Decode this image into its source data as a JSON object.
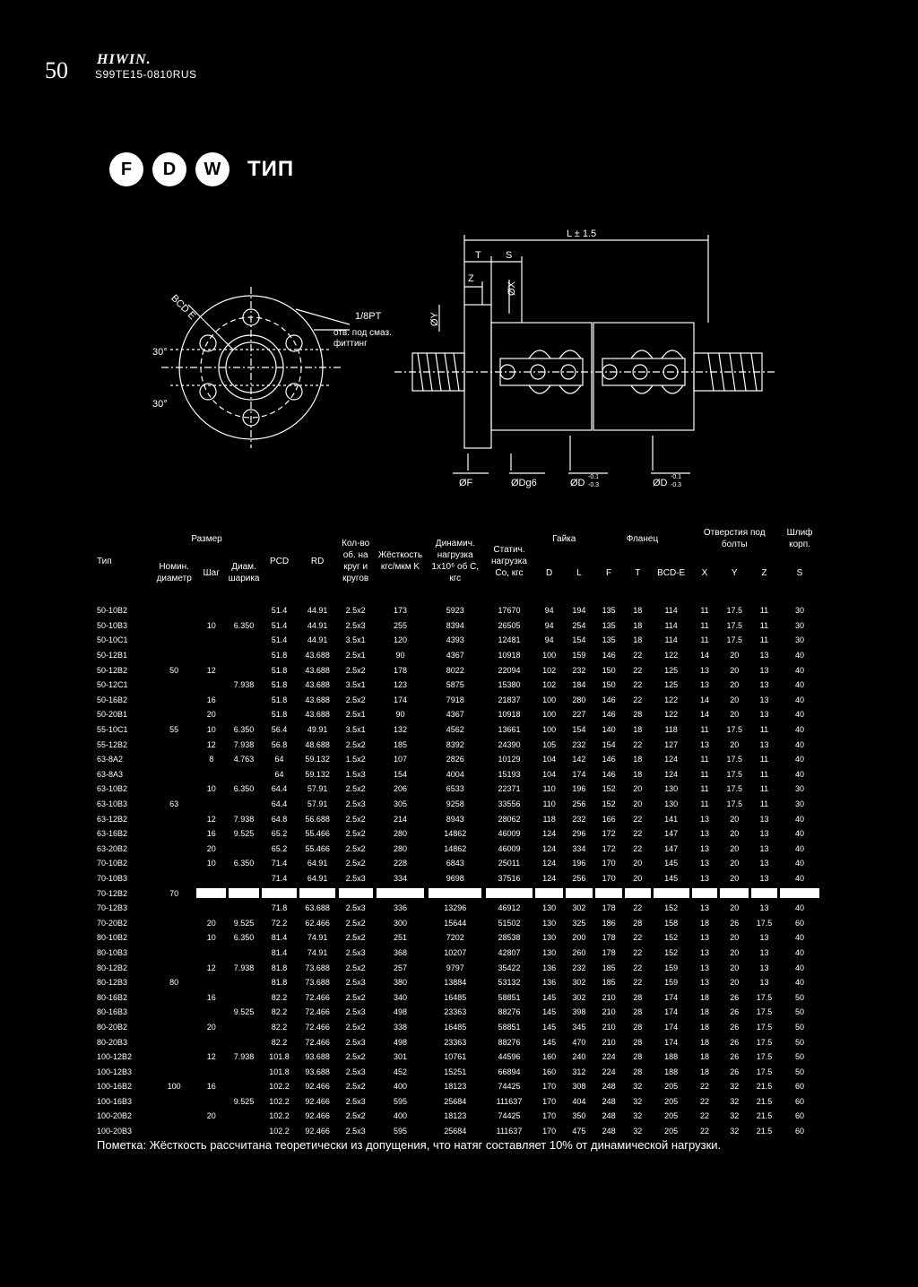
{
  "header": {
    "page_number": "50",
    "brand": "HIWIN.",
    "catalog_code": "S99TE15-0810RUS"
  },
  "type_section": {
    "badges": [
      "F",
      "D",
      "W"
    ],
    "type_word": "ТИП"
  },
  "drawing": {
    "bcd_label": "BCD E",
    "angle_label": "30°",
    "lube_label": "1/8PT",
    "lube_note_line1": "отв. под смаз.",
    "lube_note_line2": "фиттинг",
    "length_label": "L ± 1.5",
    "t_label": "T",
    "s_label": "S",
    "z_label": "Z",
    "x_label": "ØX",
    "y_label": "ØY",
    "f_label": "ØF",
    "dg_label": "ØDg6",
    "d_label_1": "ØD",
    "d_label_2": "ØD",
    "d_tol_upper": "-0.1",
    "d_tol_lower": "-0.3"
  },
  "table": {
    "headers": {
      "type": "Тип",
      "size": "Размер",
      "nominal_diameter": "Номин. диаметр",
      "pitch": "Шаг",
      "ball_diameter": "Диам. шарика",
      "pcd": "PCD",
      "rd": "RD",
      "turns": "Кол-во об. на круг и кругов",
      "stiffness": "Жёсткость кгс/мкм K",
      "dynamic_load": "Динамич. нагрузка 1x10⁶ об C, кгс",
      "static_load": "Статич. нагрузка Co, кгс",
      "nut": "Гайка",
      "flange": "Фланец",
      "holes": "Отверстия под болты",
      "ground": "Шлиф корп.",
      "d": "D",
      "l": "L",
      "f": "F",
      "t": "T",
      "bcd": "BCD-E",
      "x": "X",
      "y": "Y",
      "z": "Z",
      "s": "S"
    },
    "rows": [
      [
        "50-10B2",
        "",
        "",
        "",
        "51.4",
        "44.91",
        "2.5x2",
        "173",
        "5923",
        "17670",
        "94",
        "194",
        "135",
        "18",
        "114",
        "11",
        "17.5",
        "11",
        "30"
      ],
      [
        "50-10B3",
        "",
        "10",
        "6.350",
        "51.4",
        "44.91",
        "2.5x3",
        "255",
        "8394",
        "26505",
        "94",
        "254",
        "135",
        "18",
        "114",
        "11",
        "17.5",
        "11",
        "30"
      ],
      [
        "50-10C1",
        "",
        "",
        "",
        "51.4",
        "44.91",
        "3.5x1",
        "120",
        "4393",
        "12481",
        "94",
        "154",
        "135",
        "18",
        "114",
        "11",
        "17.5",
        "11",
        "30"
      ],
      [
        "50-12B1",
        "",
        "",
        "",
        "51.8",
        "43.688",
        "2.5x1",
        "90",
        "4367",
        "10918",
        "100",
        "159",
        "146",
        "22",
        "122",
        "14",
        "20",
        "13",
        "40"
      ],
      [
        "50-12B2",
        "50",
        "12",
        "",
        "51.8",
        "43.688",
        "2.5x2",
        "178",
        "8022",
        "22094",
        "102",
        "232",
        "150",
        "22",
        "125",
        "13",
        "20",
        "13",
        "40"
      ],
      [
        "50-12C1",
        "",
        "",
        "7.938",
        "51.8",
        "43.688",
        "3.5x1",
        "123",
        "5875",
        "15380",
        "102",
        "184",
        "150",
        "22",
        "125",
        "13",
        "20",
        "13",
        "40"
      ],
      [
        "50-16B2",
        "",
        "16",
        "",
        "51.8",
        "43.688",
        "2.5x2",
        "174",
        "7918",
        "21837",
        "100",
        "280",
        "146",
        "22",
        "122",
        "14",
        "20",
        "13",
        "40"
      ],
      [
        "50-20B1",
        "",
        "20",
        "",
        "51.8",
        "43.688",
        "2.5x1",
        "90",
        "4367",
        "10918",
        "100",
        "227",
        "146",
        "28",
        "122",
        "14",
        "20",
        "13",
        "40"
      ],
      [
        "55-10C1",
        "55",
        "10",
        "6.350",
        "56.4",
        "49.91",
        "3.5x1",
        "132",
        "4562",
        "13661",
        "100",
        "154",
        "140",
        "18",
        "118",
        "11",
        "17.5",
        "11",
        "40"
      ],
      [
        "55-12B2",
        "",
        "12",
        "7.938",
        "56.8",
        "48.688",
        "2.5x2",
        "185",
        "8392",
        "24390",
        "105",
        "232",
        "154",
        "22",
        "127",
        "13",
        "20",
        "13",
        "40"
      ],
      [
        "63-8A2",
        "",
        "8",
        "4.763",
        "64",
        "59.132",
        "1.5x2",
        "107",
        "2826",
        "10129",
        "104",
        "142",
        "146",
        "18",
        "124",
        "11",
        "17.5",
        "11",
        "40"
      ],
      [
        "63-8A3",
        "",
        "",
        "",
        "64",
        "59.132",
        "1.5x3",
        "154",
        "4004",
        "15193",
        "104",
        "174",
        "146",
        "18",
        "124",
        "11",
        "17.5",
        "11",
        "40"
      ],
      [
        "63-10B2",
        "",
        "10",
        "6.350",
        "64.4",
        "57.91",
        "2.5x2",
        "206",
        "6533",
        "22371",
        "110",
        "196",
        "152",
        "20",
        "130",
        "11",
        "17.5",
        "11",
        "30"
      ],
      [
        "63-10B3",
        "63",
        "",
        "",
        "64.4",
        "57.91",
        "2.5x3",
        "305",
        "9258",
        "33556",
        "110",
        "256",
        "152",
        "20",
        "130",
        "11",
        "17.5",
        "11",
        "30"
      ],
      [
        "63-12B2",
        "",
        "12",
        "7.938",
        "64.8",
        "56.688",
        "2.5x2",
        "214",
        "8943",
        "28062",
        "118",
        "232",
        "166",
        "22",
        "141",
        "13",
        "20",
        "13",
        "40"
      ],
      [
        "63-16B2",
        "",
        "16",
        "9.525",
        "65.2",
        "55.466",
        "2.5x2",
        "280",
        "14862",
        "46009",
        "124",
        "296",
        "172",
        "22",
        "147",
        "13",
        "20",
        "13",
        "40"
      ],
      [
        "63-20B2",
        "",
        "20",
        "",
        "65.2",
        "55.466",
        "2.5x2",
        "280",
        "14862",
        "46009",
        "124",
        "334",
        "172",
        "22",
        "147",
        "13",
        "20",
        "13",
        "40"
      ],
      [
        "70-10B2",
        "",
        "10",
        "6.350",
        "71.4",
        "64.91",
        "2.5x2",
        "228",
        "6843",
        "25011",
        "124",
        "196",
        "170",
        "20",
        "145",
        "13",
        "20",
        "13",
        "40"
      ],
      [
        "70-10B3",
        "",
        "",
        "",
        "71.4",
        "64.91",
        "2.5x3",
        "334",
        "9698",
        "37516",
        "124",
        "256",
        "170",
        "20",
        "145",
        "13",
        "20",
        "13",
        "40"
      ],
      [
        "70-12B2",
        "70",
        "",
        "",
        "",
        "",
        "",
        "",
        "",
        "",
        "",
        "",
        "",
        "",
        "",
        "",
        "",
        "",
        ""
      ],
      [
        "70-12B3",
        "",
        "",
        "",
        "71.8",
        "63.688",
        "2.5x3",
        "336",
        "13296",
        "46912",
        "130",
        "302",
        "178",
        "22",
        "152",
        "13",
        "20",
        "13",
        "40"
      ],
      [
        "70-20B2",
        "",
        "20",
        "9.525",
        "72.2",
        "62.466",
        "2.5x2",
        "300",
        "15644",
        "51502",
        "130",
        "325",
        "186",
        "28",
        "158",
        "18",
        "26",
        "17.5",
        "60"
      ],
      [
        "80-10B2",
        "",
        "10",
        "6.350",
        "81.4",
        "74.91",
        "2.5x2",
        "251",
        "7202",
        "28538",
        "130",
        "200",
        "178",
        "22",
        "152",
        "13",
        "20",
        "13",
        "40"
      ],
      [
        "80-10B3",
        "",
        "",
        "",
        "81.4",
        "74.91",
        "2.5x3",
        "368",
        "10207",
        "42807",
        "130",
        "260",
        "178",
        "22",
        "152",
        "13",
        "20",
        "13",
        "40"
      ],
      [
        "80-12B2",
        "",
        "12",
        "7.938",
        "81.8",
        "73.688",
        "2.5x2",
        "257",
        "9797",
        "35422",
        "136",
        "232",
        "185",
        "22",
        "159",
        "13",
        "20",
        "13",
        "40"
      ],
      [
        "80-12B3",
        "80",
        "",
        "",
        "81.8",
        "73.688",
        "2.5x3",
        "380",
        "13884",
        "53132",
        "136",
        "302",
        "185",
        "22",
        "159",
        "13",
        "20",
        "13",
        "40"
      ],
      [
        "80-16B2",
        "",
        "16",
        "",
        "82.2",
        "72.466",
        "2.5x2",
        "340",
        "16485",
        "58851",
        "145",
        "302",
        "210",
        "28",
        "174",
        "18",
        "26",
        "17.5",
        "50"
      ],
      [
        "80-16B3",
        "",
        "",
        "9.525",
        "82.2",
        "72.466",
        "2.5x3",
        "498",
        "23363",
        "88276",
        "145",
        "398",
        "210",
        "28",
        "174",
        "18",
        "26",
        "17.5",
        "50"
      ],
      [
        "80-20B2",
        "",
        "20",
        "",
        "82.2",
        "72.466",
        "2.5x2",
        "338",
        "16485",
        "58851",
        "145",
        "345",
        "210",
        "28",
        "174",
        "18",
        "26",
        "17.5",
        "50"
      ],
      [
        "80-20B3",
        "",
        "",
        "",
        "82.2",
        "72.466",
        "2.5x3",
        "498",
        "23363",
        "88276",
        "145",
        "470",
        "210",
        "28",
        "174",
        "18",
        "26",
        "17.5",
        "50"
      ],
      [
        "100-12B2",
        "",
        "12",
        "7.938",
        "101.8",
        "93.688",
        "2.5x2",
        "301",
        "10761",
        "44596",
        "160",
        "240",
        "224",
        "28",
        "188",
        "18",
        "26",
        "17.5",
        "50"
      ],
      [
        "100-12B3",
        "",
        "",
        "",
        "101.8",
        "93.688",
        "2.5x3",
        "452",
        "15251",
        "66894",
        "160",
        "312",
        "224",
        "28",
        "188",
        "18",
        "26",
        "17.5",
        "50"
      ],
      [
        "100-16B2",
        "100",
        "16",
        "",
        "102.2",
        "92.466",
        "2.5x2",
        "400",
        "18123",
        "74425",
        "170",
        "308",
        "248",
        "32",
        "205",
        "22",
        "32",
        "21.5",
        "60"
      ],
      [
        "100-16B3",
        "",
        "",
        "9.525",
        "102.2",
        "92.466",
        "2.5x3",
        "595",
        "25684",
        "111637",
        "170",
        "404",
        "248",
        "32",
        "205",
        "22",
        "32",
        "21.5",
        "60"
      ],
      [
        "100-20B2",
        "",
        "20",
        "",
        "102.2",
        "92.466",
        "2.5x2",
        "400",
        "18123",
        "74425",
        "170",
        "350",
        "248",
        "32",
        "205",
        "22",
        "32",
        "21.5",
        "60"
      ],
      [
        "100-20B3",
        "",
        "",
        "",
        "102.2",
        "92.466",
        "2.5x3",
        "595",
        "25684",
        "111637",
        "170",
        "475",
        "248",
        "32",
        "205",
        "22",
        "32",
        "21.5",
        "60"
      ]
    ]
  },
  "note": "Пометка: Жёсткость рассчитана теоретически из допущения, что натяг составляет 10% от динамической нагрузки."
}
